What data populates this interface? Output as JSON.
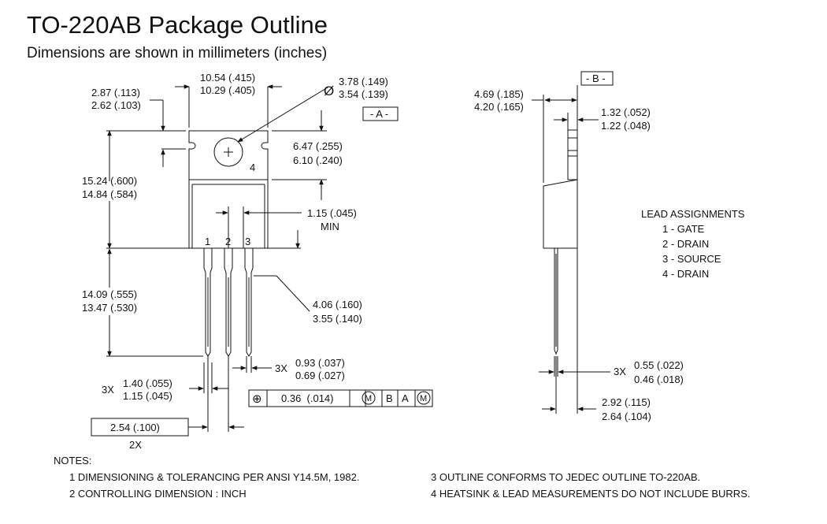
{
  "title": "TO-220AB Package Outline",
  "subtitle": "Dimensions are shown in millimeters (inches)",
  "front_view": {
    "top_width": [
      "10.54 (.415)",
      "10.29 (.405)"
    ],
    "hole_diameter_symbol": "Ø",
    "hole_diameter": [
      "3.78 (.149)",
      "3.54 (.139)"
    ],
    "datum_a": "- A -",
    "tab_edge": [
      "2.87 (.113)",
      "2.62 (.103)"
    ],
    "hole_to_body": [
      "6.47 (.255)",
      "6.10 (.240)"
    ],
    "pin4_label": "4",
    "body_height": [
      "15.24 (.600)",
      "14.84 (.584)"
    ],
    "lead_shoulder": [
      "1.15 (.045)",
      "MIN"
    ],
    "pin_labels": [
      "1",
      "2",
      "3"
    ],
    "lead_length": [
      "14.09 (.555)",
      "13.47 (.530)"
    ],
    "lead_shoulder_length": [
      "4.06 (.160)",
      "3.55 (.140)"
    ],
    "lead_thickness_prefix": "3X",
    "lead_thickness": [
      "0.93 (.037)",
      "0.69 (.027)"
    ],
    "lead_width_prefix": "3X",
    "lead_width": [
      "1.40 (.055)",
      "1.15 (.045)"
    ],
    "pitch": "2.54 (.100)",
    "pitch_count": "2X",
    "feature_control": {
      "symbol": "⊕",
      "tolerance": "0.36  (.014)",
      "modifier1": "M",
      "datum1": "B",
      "datum2": "A",
      "modifier2": "M"
    }
  },
  "side_view": {
    "datum_b": "- B -",
    "overall_thickness": [
      "4.69 (.185)",
      "4.20 (.165)"
    ],
    "tab_thickness": [
      "1.32 (.052)",
      "1.22 (.048)"
    ],
    "lead_thick_prefix": "3X",
    "lead_thick": [
      "0.55 (.022)",
      "0.46 (.018)"
    ],
    "lead_offset": [
      "2.92 (.115)",
      "2.64 (.104)"
    ]
  },
  "lead_assignments": {
    "heading": "LEAD ASSIGNMENTS",
    "items": [
      "1 - GATE",
      "2 - DRAIN",
      "3 - SOURCE",
      "4 - DRAIN"
    ]
  },
  "notes": {
    "heading": "NOTES:",
    "items": [
      "1  DIMENSIONING & TOLERANCING PER ANSI Y14.5M, 1982.",
      "2  CONTROLLING DIMENSION : INCH",
      "3  OUTLINE CONFORMS TO JEDEC OUTLINE TO-220AB.",
      "4  HEATSINK & LEAD MEASUREMENTS DO NOT INCLUDE BURRS."
    ]
  }
}
